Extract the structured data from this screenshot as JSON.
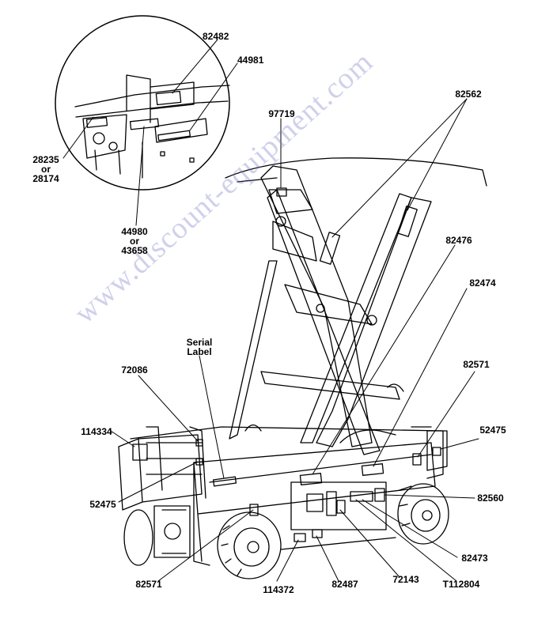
{
  "callouts": {
    "c82482": "82482",
    "c44981": "44981",
    "c28235": "28235",
    "or_a": "or",
    "c28174": "28174",
    "c44980": "44980",
    "or_b": "or",
    "c43658": "43658",
    "c97719": "97719",
    "c82562": "82562",
    "c82476": "82476",
    "c82474": "82474",
    "serial_1": "Serial",
    "serial_2": "Label",
    "c72086": "72086",
    "c82571_top": "82571",
    "c114334": "114334",
    "c52475_right": "52475",
    "c52475_left": "52475",
    "c82560": "82560",
    "c82473": "82473",
    "c82571_bottom": "82571",
    "c114372": "114372",
    "c82487": "82487",
    "c72143": "72143",
    "cT112804": "T112804"
  },
  "watermark": "www.discount-equipment.com"
}
